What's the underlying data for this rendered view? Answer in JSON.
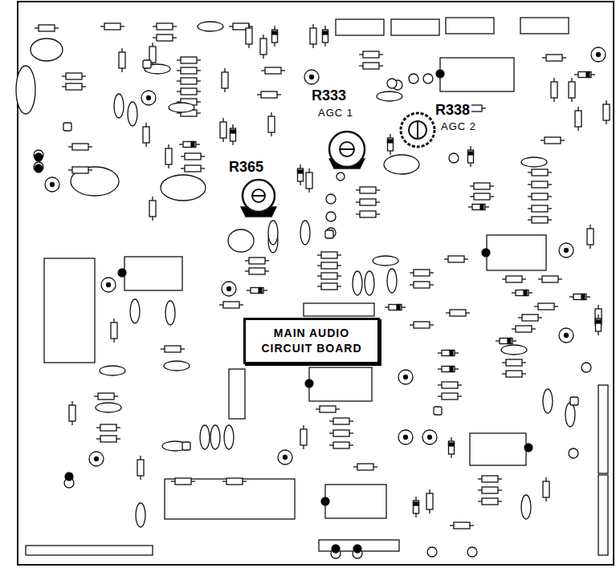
{
  "diagram": {
    "nodes": [
      {
        "text": [
          "MAIN AUDIO CIRCUIT BOARD"
        ]
      }
    ],
    "labels": [
      "R333",
      "AGC 1",
      "R338",
      "AGC 2",
      "R365"
    ]
  }
}
